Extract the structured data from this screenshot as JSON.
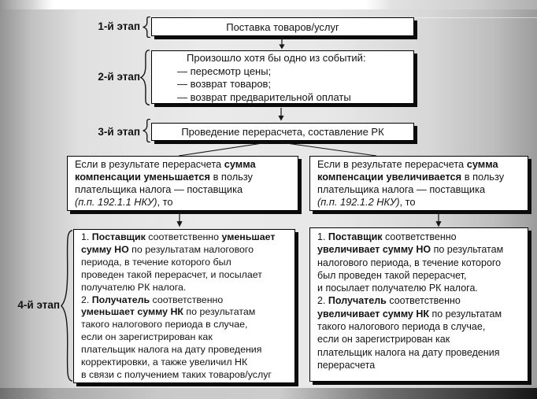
{
  "figure": {
    "stage_labels": [
      "1-й этап",
      "2-й этап",
      "3-й этап",
      "4-й этап"
    ],
    "nodes": {
      "supply": {
        "text": "Поставка товаров/услуг"
      },
      "events": {
        "runs": [
          {
            "t": "Произошло хотя бы одно из событий:"
          },
          {
            "br": true
          },
          {
            "t": "— пересмотр цены;"
          },
          {
            "br": true
          },
          {
            "t": "— возврат товаров;"
          },
          {
            "br": true
          },
          {
            "t": "— возврат предварительной оплаты"
          }
        ]
      },
      "recalc": {
        "text": "Проведение перерасчета, составление РК"
      },
      "branch_decrease": {
        "runs": [
          {
            "t": "Если в результате перерасчета "
          },
          {
            "t": "сумма",
            "b": true
          },
          {
            "br": true
          },
          {
            "t": "компенсации уменьшается",
            "b": true
          },
          {
            "t": " в пользу"
          },
          {
            "br": true
          },
          {
            "t": "плательщика налога — поставщика"
          },
          {
            "br": true
          },
          {
            "t": "(п.п. 192.1.1 НКУ)",
            "i": true
          },
          {
            "t": ", то"
          }
        ]
      },
      "branch_increase": {
        "runs": [
          {
            "t": "Если в результате перерасчета "
          },
          {
            "t": "сумма",
            "b": true
          },
          {
            "br": true
          },
          {
            "t": "компенсации увеличивается",
            "b": true
          },
          {
            "t": " в пользу"
          },
          {
            "br": true
          },
          {
            "t": "плательщика налога — поставщика"
          },
          {
            "br": true
          },
          {
            "t": "(п.п. 192.1.2 НКУ)",
            "i": true
          },
          {
            "t": ", то"
          }
        ]
      },
      "result_decrease": {
        "runs": [
          {
            "t": "1. "
          },
          {
            "t": "Поставщик",
            "b": true
          },
          {
            "t": " соответственно "
          },
          {
            "t": "уменьшает",
            "b": true
          },
          {
            "br": true
          },
          {
            "t": "сумму НО",
            "b": true
          },
          {
            "t": " по результатам налогового"
          },
          {
            "br": true
          },
          {
            "t": "периода, в течение которого был"
          },
          {
            "br": true
          },
          {
            "t": "проведен такой перерасчет, и посылает"
          },
          {
            "br": true
          },
          {
            "t": "получателю РК налога."
          },
          {
            "br": true
          },
          {
            "t": "2. "
          },
          {
            "t": "Получатель",
            "b": true
          },
          {
            "t": " соответственно"
          },
          {
            "br": true
          },
          {
            "t": "уменьшает сумму НК",
            "b": true
          },
          {
            "t": " по результатам"
          },
          {
            "br": true
          },
          {
            "t": "такого налогового периода в случае,"
          },
          {
            "br": true
          },
          {
            "t": "если он зарегистрирован как"
          },
          {
            "br": true
          },
          {
            "t": "плательщик налога на дату проведения"
          },
          {
            "br": true
          },
          {
            "t": "корректировки, а также увеличил НК"
          },
          {
            "br": true
          },
          {
            "t": "в связи с получением таких товаров/услуг"
          }
        ]
      },
      "result_increase": {
        "runs": [
          {
            "t": "1. "
          },
          {
            "t": "Поставщик",
            "b": true
          },
          {
            "t": " соответственно"
          },
          {
            "br": true
          },
          {
            "t": "увеличивает сумму НО",
            "b": true
          },
          {
            "t": " по результатам"
          },
          {
            "br": true
          },
          {
            "t": "налогового периода, в течение которого"
          },
          {
            "br": true
          },
          {
            "t": "был проведен такой перерасчет,"
          },
          {
            "br": true
          },
          {
            "t": "и посылает получателю РК налога."
          },
          {
            "br": true
          },
          {
            "t": "2. "
          },
          {
            "t": "Получатель",
            "b": true
          },
          {
            "t": " соответственно"
          },
          {
            "br": true
          },
          {
            "t": "увеличивает сумму НК",
            "b": true
          },
          {
            "t": " по результатам"
          },
          {
            "br": true
          },
          {
            "t": "такого налогового периода в случае,"
          },
          {
            "br": true
          },
          {
            "t": "если он зарегистрирован как"
          },
          {
            "br": true
          },
          {
            "t": "плательщик налога на дату проведения"
          },
          {
            "br": true
          },
          {
            "t": "перерасчета"
          }
        ]
      }
    },
    "colors": {
      "box_bg": "#ffffff",
      "box_border": "#000000",
      "box_shadow": "#0b0b0b",
      "text": "#141414",
      "line": "#161616"
    }
  }
}
